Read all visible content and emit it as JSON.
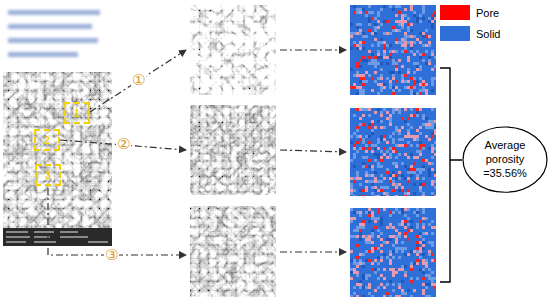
{
  "diagram": {
    "nodes": [
      {
        "text": [
          "1"
        ]
      },
      {
        "text": [
          "2"
        ]
      },
      {
        "text": [
          "3"
        ]
      },
      {
        "text": [
          "Average porosity =35.56%"
        ]
      }
    ],
    "labels": [
      "①",
      "②",
      "③"
    ],
    "legend": [
      {
        "text": "Pore",
        "color": "#ff0000"
      },
      {
        "text": "Solid",
        "color": "#2f6fd8"
      }
    ]
  }
}
